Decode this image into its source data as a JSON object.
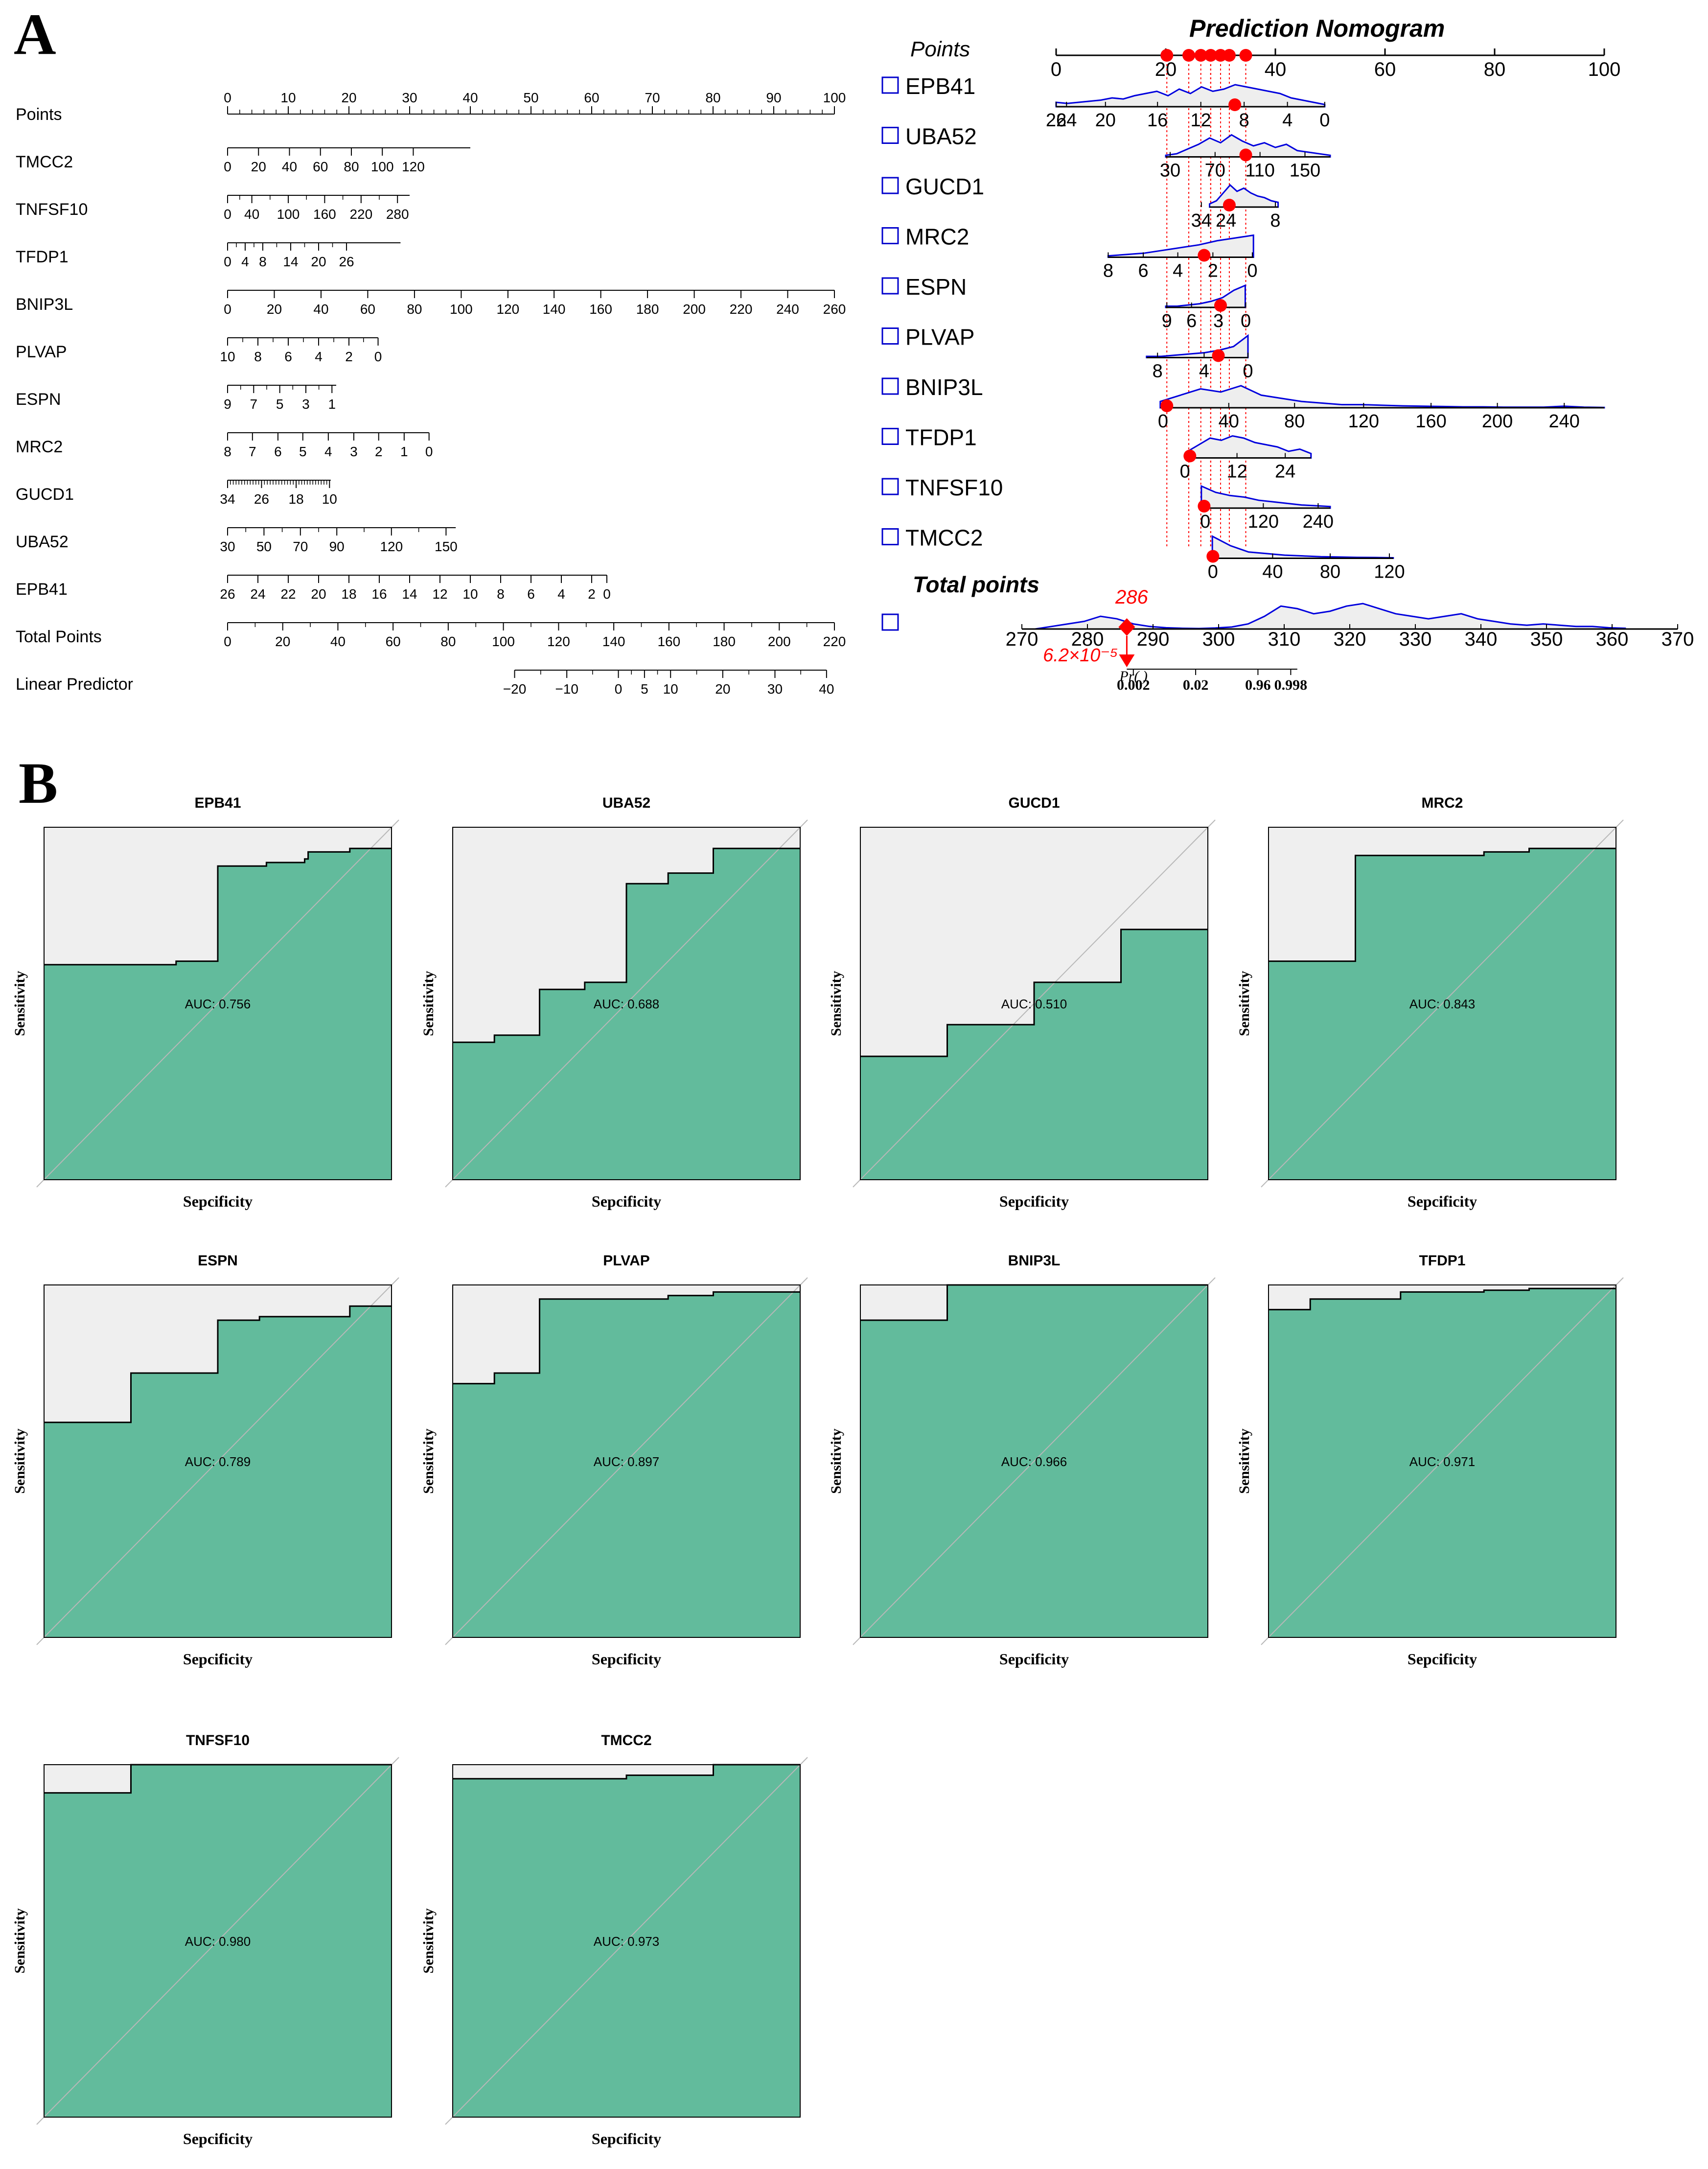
{
  "panels": {
    "a": "A",
    "b": "B"
  },
  "nomogram_left": {
    "rows": [
      {
        "label": "Points",
        "ticks": [
          [
            "0",
            0
          ],
          [
            "10",
            10
          ],
          [
            "20",
            20
          ],
          [
            "30",
            30
          ],
          [
            "40",
            40
          ],
          [
            "50",
            50
          ],
          [
            "60",
            60
          ],
          [
            "70",
            70
          ],
          [
            "80",
            80
          ],
          [
            "90",
            90
          ],
          [
            "100",
            100
          ]
        ],
        "above": true
      },
      {
        "label": "TMCC2",
        "ticks": [
          [
            "0",
            0
          ],
          [
            "20",
            5.1
          ],
          [
            "40",
            10.2
          ],
          [
            "60",
            15.3
          ],
          [
            "80",
            20.4
          ],
          [
            "100",
            25.5
          ],
          [
            "120",
            30.6
          ]
        ],
        "end": 40
      },
      {
        "label": "TNFSF10",
        "ticks": [
          [
            "0",
            0
          ],
          [
            "40",
            4
          ],
          [
            "100",
            10
          ],
          [
            "160",
            16
          ],
          [
            "220",
            22
          ],
          [
            "280",
            28
          ]
        ],
        "end": 30,
        "minor": 2
      },
      {
        "label": "TFDP1",
        "ticks": [
          [
            "0",
            0
          ],
          [
            "4",
            2.9
          ],
          [
            "8",
            5.8
          ],
          [
            "14",
            10.4
          ],
          [
            "20",
            15
          ],
          [
            "26",
            19.6
          ]
        ],
        "end": 28.5,
        "minor": 2
      },
      {
        "label": "BNIP3L",
        "ticks": [
          [
            "0",
            0
          ],
          [
            "20",
            7.7
          ],
          [
            "40",
            15.4
          ],
          [
            "60",
            23.1
          ],
          [
            "80",
            30.8
          ],
          [
            "100",
            38.5
          ],
          [
            "120",
            46.2
          ],
          [
            "140",
            53.8
          ],
          [
            "160",
            61.5
          ],
          [
            "180",
            69.2
          ],
          [
            "200",
            76.9
          ],
          [
            "220",
            84.6
          ],
          [
            "240",
            92.3
          ],
          [
            "260",
            100
          ]
        ],
        "end": 100
      },
      {
        "label": "PLVAP",
        "ticks": [
          [
            "10",
            0
          ],
          [
            "8",
            5
          ],
          [
            "6",
            10
          ],
          [
            "4",
            15
          ],
          [
            "2",
            20
          ],
          [
            "0",
            24.8
          ]
        ],
        "end": 24.8,
        "minor": 2
      },
      {
        "label": "ESPN",
        "ticks": [
          [
            "9",
            0
          ],
          [
            "7",
            4.3
          ],
          [
            "5",
            8.6
          ],
          [
            "3",
            12.9
          ],
          [
            "1",
            17.2
          ]
        ],
        "end": 17.9,
        "minor": 2
      },
      {
        "label": "MRC2",
        "ticks": [
          [
            "8",
            0
          ],
          [
            "7",
            4.1
          ],
          [
            "6",
            8.3
          ],
          [
            "5",
            12.4
          ],
          [
            "4",
            16.6
          ],
          [
            "3",
            20.8
          ],
          [
            "2",
            24.9
          ],
          [
            "1",
            29.1
          ],
          [
            "0",
            33.2
          ]
        ],
        "end": 33.2
      },
      {
        "label": "GUCD1",
        "ticks": [
          [
            "34",
            0
          ],
          [
            "26",
            5.6
          ],
          [
            "18",
            11.3
          ],
          [
            "10",
            16.8
          ]
        ],
        "end": 17,
        "minor": 12
      },
      {
        "label": "UBA52",
        "ticks": [
          [
            "30",
            0
          ],
          [
            "50",
            6
          ],
          [
            "70",
            12
          ],
          [
            "90",
            18
          ],
          [
            "120",
            27
          ],
          [
            "150",
            36
          ]
        ],
        "end": 37.6,
        "minor": 2
      },
      {
        "label": "EPB41",
        "ticks": [
          [
            "26",
            0
          ],
          [
            "24",
            5
          ],
          [
            "22",
            10
          ],
          [
            "20",
            15
          ],
          [
            "18",
            20
          ],
          [
            "16",
            25
          ],
          [
            "14",
            30
          ],
          [
            "12",
            35
          ],
          [
            "10",
            40
          ],
          [
            "8",
            45
          ],
          [
            "6",
            50
          ],
          [
            "4",
            55
          ],
          [
            "2",
            60
          ],
          [
            "0",
            62.5
          ]
        ],
        "end": 62.5
      },
      {
        "label": "Total Points",
        "ticks": [
          [
            "0",
            0
          ],
          [
            "20",
            9.09
          ],
          [
            "40",
            18.18
          ],
          [
            "60",
            27.27
          ],
          [
            "80",
            36.36
          ],
          [
            "100",
            45.45
          ],
          [
            "120",
            54.55
          ],
          [
            "140",
            63.64
          ],
          [
            "160",
            72.73
          ],
          [
            "180",
            81.82
          ],
          [
            "200",
            90.91
          ],
          [
            "220",
            100
          ]
        ],
        "end": 100,
        "minor": 2
      },
      {
        "label": "Linear Predictor",
        "ticks": [
          [
            "−20",
            47.3
          ],
          [
            "−10",
            55.9
          ],
          [
            "0",
            64.4
          ],
          [
            "5",
            68.7
          ],
          [
            "10",
            73
          ],
          [
            "20",
            81.6
          ],
          [
            "30",
            90.2
          ],
          [
            "40",
            98.7
          ]
        ],
        "start": 47.3,
        "end": 98.7,
        "minor": 2
      }
    ]
  },
  "nomogram_right": {
    "title": "Prediction Nomogram",
    "points_label": "Points",
    "points_ticks": [
      [
        "0",
        0
      ],
      [
        "20",
        20
      ],
      [
        "40",
        40
      ],
      [
        "60",
        60
      ],
      [
        "80",
        80
      ],
      [
        "100",
        100
      ]
    ],
    "selected_points": [
      20.2,
      24.2,
      26.4,
      28.2,
      30,
      31.6,
      34.6
    ],
    "guide_points": [
      20.2,
      24.2,
      26.4,
      28.2,
      30,
      31.6,
      34.6,
      34.6,
      30,
      28.2
    ],
    "rows": [
      {
        "label": "EPB41",
        "start": 0,
        "end": 49,
        "marker": 32.6,
        "ticks": [
          [
            "26",
            0
          ],
          [
            "24",
            1.9
          ],
          [
            "20",
            9
          ],
          [
            "16",
            18.5
          ],
          [
            "12",
            26.4
          ],
          [
            "8",
            34.3
          ],
          [
            "4",
            42.2
          ],
          [
            "0",
            49
          ]
        ],
        "dens": [
          2,
          1.5,
          2,
          2.5,
          3,
          4,
          3.5,
          5,
          6,
          7,
          5,
          8,
          6,
          9,
          7,
          8,
          10,
          9,
          8,
          7,
          6,
          4,
          3,
          2,
          1
        ]
      },
      {
        "label": "UBA52",
        "start": 20,
        "end": 50,
        "marker": 34.6,
        "ticks": [
          [
            "30",
            20.8
          ],
          [
            "70",
            29
          ],
          [
            "110",
            37.2
          ],
          [
            "150",
            45.4
          ]
        ],
        "dens": [
          1,
          2,
          5,
          8,
          12,
          9,
          14,
          10,
          7,
          9,
          6,
          8,
          4,
          3,
          2,
          1
        ]
      },
      {
        "label": "GUCD1",
        "start": 28,
        "end": 40.5,
        "marker": 31.6,
        "ticks": [
          [
            "34",
            26.5
          ],
          [
            "24",
            31
          ],
          [
            "8",
            40
          ]
        ],
        "dens": [
          2,
          4,
          9,
          14,
          10,
          12,
          9,
          7,
          6,
          4,
          3
        ]
      },
      {
        "label": "MRC2",
        "start": 9.5,
        "end": 36,
        "marker": 27,
        "ticks": [
          [
            "8",
            9.5
          ],
          [
            "6",
            15.9
          ],
          [
            "4",
            22.2
          ],
          [
            "2",
            28.6
          ],
          [
            "0",
            35.8
          ]
        ],
        "dens": [
          1,
          2,
          3,
          5,
          7,
          9,
          12,
          14,
          16
        ]
      },
      {
        "label": "ESPN",
        "start": 20,
        "end": 34.5,
        "marker": 30,
        "ticks": [
          [
            "9",
            20.2
          ],
          [
            "6",
            24.7
          ],
          [
            "3",
            29.6
          ],
          [
            "0",
            34.6
          ]
        ],
        "dens": [
          1,
          1,
          2,
          3,
          5,
          8,
          14,
          18
        ]
      },
      {
        "label": "PLVAP",
        "start": 16.5,
        "end": 35,
        "marker": 29.6,
        "ticks": [
          [
            "8",
            18.5
          ],
          [
            "4",
            27
          ],
          [
            "0",
            35
          ]
        ],
        "dens": [
          1,
          1,
          2,
          3,
          4,
          6,
          9,
          18
        ]
      },
      {
        "label": "BNIP3L",
        "start": 19,
        "end": 100,
        "marker": 20.2,
        "ticks": [
          [
            "0",
            19.5
          ],
          [
            "40",
            31.5
          ],
          [
            "80",
            43.5
          ],
          [
            "120",
            56.1
          ],
          [
            "160",
            68.4
          ],
          [
            "200",
            80.5
          ],
          [
            "240",
            92.7
          ]
        ],
        "dens": [
          2,
          4,
          6,
          5,
          7,
          4,
          3,
          2,
          1.5,
          1,
          1,
          0.8,
          0.6,
          0.5,
          0.4,
          0.3,
          0.3,
          0.2,
          0.2,
          0.2,
          0.5,
          0.2,
          0.1
        ]
      },
      {
        "label": "TFDP1",
        "start": 24,
        "end": 46.5,
        "marker": 24.4,
        "ticks": [
          [
            "0",
            23.5
          ],
          [
            "12",
            33
          ],
          [
            "24",
            41.8
          ]
        ],
        "dens": [
          3,
          6,
          9,
          8,
          10,
          9,
          7,
          6,
          5,
          3,
          4,
          2
        ]
      },
      {
        "label": "TNFSF10",
        "start": 26.5,
        "end": 50,
        "marker": 27,
        "ticks": [
          [
            "0",
            27.2
          ],
          [
            "120",
            37.8
          ],
          [
            "240",
            47.8
          ]
        ],
        "dens": [
          14,
          10,
          8,
          7,
          5,
          4,
          3,
          2,
          1.5,
          1
        ]
      },
      {
        "label": "TMCC2",
        "start": 28.5,
        "end": 61.5,
        "marker": 28.6,
        "ticks": [
          [
            "0",
            28.6
          ],
          [
            "40",
            39.5
          ],
          [
            "80",
            50
          ],
          [
            "120",
            60.8
          ]
        ],
        "dens": [
          14,
          8,
          4,
          3,
          2,
          1.5,
          1,
          0.8,
          0.6,
          0.5,
          0.3
        ]
      }
    ],
    "total_label": "Total points",
    "total_ticks": [
      "270",
      "280",
      "290",
      "300",
      "310",
      "320",
      "330",
      "340",
      "350",
      "360",
      "370"
    ],
    "total_min": 270,
    "total_max": 370,
    "total_value": 286,
    "total_value_label": "286",
    "total_dens": [
      0,
      1,
      2,
      3,
      5,
      4,
      2,
      1,
      0.5,
      0.3,
      0.2,
      0.4,
      0.8,
      2,
      5,
      9,
      8,
      6,
      7,
      9,
      10,
      8,
      6,
      5,
      4,
      5,
      6,
      4,
      3,
      2,
      1.5,
      2,
      1.5,
      1,
      1,
      0.5,
      0.3
    ],
    "prob_label": "Pr( )",
    "prob_value_label": "6.2×10⁻⁵",
    "prob_ticks": [
      [
        "0.002",
        287
      ],
      [
        "0.02",
        296.5
      ],
      [
        "0.96",
        306
      ],
      [
        "0.998",
        311
      ]
    ]
  },
  "chart_data": [
    {
      "type": "area",
      "title": "EPB41",
      "xlabel": "Sepcificity",
      "ylabel": "Sensitivity",
      "auc": "AUC: 0.756",
      "x": [
        1.0,
        0.62,
        0.62,
        0.5,
        0.5,
        0.36,
        0.36,
        0.25,
        0.25,
        0.24,
        0.24,
        0.12,
        0.12,
        0.0
      ],
      "y": [
        0.61,
        0.61,
        0.62,
        0.62,
        0.89,
        0.89,
        0.9,
        0.9,
        0.91,
        0.91,
        0.93,
        0.93,
        0.94,
        0.94
      ]
    },
    {
      "type": "area",
      "title": "UBA52",
      "xlabel": "Sepcificity",
      "ylabel": "Sensitivity",
      "auc": "AUC: 0.688",
      "x": [
        1.0,
        0.88,
        0.88,
        0.75,
        0.75,
        0.62,
        0.62,
        0.5,
        0.5,
        0.38,
        0.38,
        0.25,
        0.25,
        0.0
      ],
      "y": [
        0.39,
        0.39,
        0.41,
        0.41,
        0.54,
        0.54,
        0.56,
        0.56,
        0.84,
        0.84,
        0.87,
        0.87,
        0.94,
        0.94
      ]
    },
    {
      "type": "area",
      "title": "GUCD1",
      "xlabel": "Sepcificity",
      "ylabel": "Sensitivity",
      "auc": "AUC: 0.510",
      "x": [
        1.0,
        0.75,
        0.75,
        0.5,
        0.5,
        0.25,
        0.25,
        0.0
      ],
      "y": [
        0.35,
        0.35,
        0.44,
        0.44,
        0.56,
        0.56,
        0.71,
        0.71
      ]
    },
    {
      "type": "area",
      "title": "MRC2",
      "xlabel": "Sepcificity",
      "ylabel": "Sensitivity",
      "auc": "AUC: 0.843",
      "x": [
        1.0,
        0.75,
        0.75,
        0.38,
        0.38,
        0.25,
        0.25,
        0.0
      ],
      "y": [
        0.62,
        0.62,
        0.92,
        0.92,
        0.93,
        0.93,
        0.94,
        0.94
      ]
    },
    {
      "type": "area",
      "title": "ESPN",
      "xlabel": "Sepcificity",
      "ylabel": "Sensitivity",
      "auc": "AUC: 0.789",
      "x": [
        1.0,
        0.75,
        0.75,
        0.5,
        0.5,
        0.38,
        0.38,
        0.12,
        0.12,
        0.0
      ],
      "y": [
        0.61,
        0.61,
        0.75,
        0.75,
        0.9,
        0.9,
        0.91,
        0.91,
        0.94,
        0.94
      ]
    },
    {
      "type": "area",
      "title": "PLVAP",
      "xlabel": "Sepcificity",
      "ylabel": "Sensitivity",
      "auc": "AUC: 0.897",
      "x": [
        1.0,
        0.88,
        0.88,
        0.75,
        0.75,
        0.38,
        0.38,
        0.25,
        0.25,
        0.0
      ],
      "y": [
        0.72,
        0.72,
        0.75,
        0.75,
        0.96,
        0.96,
        0.97,
        0.97,
        0.98,
        0.98
      ]
    },
    {
      "type": "area",
      "title": "BNIP3L",
      "xlabel": "Sepcificity",
      "ylabel": "Sensitivity",
      "auc": "AUC: 0.966",
      "x": [
        1.0,
        0.75,
        0.75,
        0.0
      ],
      "y": [
        0.9,
        0.9,
        1.0,
        1.0
      ]
    },
    {
      "type": "area",
      "title": "TFDP1",
      "xlabel": "Sepcificity",
      "ylabel": "Sensitivity",
      "auc": "AUC: 0.971",
      "x": [
        1.0,
        0.88,
        0.88,
        0.62,
        0.62,
        0.38,
        0.38,
        0.25,
        0.25,
        0.0
      ],
      "y": [
        0.93,
        0.93,
        0.96,
        0.96,
        0.98,
        0.98,
        0.985,
        0.985,
        0.99,
        0.99
      ]
    },
    {
      "type": "area",
      "title": "TNFSF10",
      "xlabel": "Sepcificity",
      "ylabel": "Sensitivity",
      "auc": "AUC: 0.980",
      "x": [
        1.0,
        0.75,
        0.75,
        0.0
      ],
      "y": [
        0.92,
        0.92,
        1.0,
        1.0
      ]
    },
    {
      "type": "area",
      "title": "TMCC2",
      "xlabel": "Sepcificity",
      "ylabel": "Sensitivity",
      "auc": "AUC: 0.973",
      "x": [
        1.0,
        0.5,
        0.5,
        0.25,
        0.25,
        0.0
      ],
      "y": [
        0.96,
        0.96,
        0.97,
        0.97,
        1.0,
        1.0
      ]
    }
  ]
}
